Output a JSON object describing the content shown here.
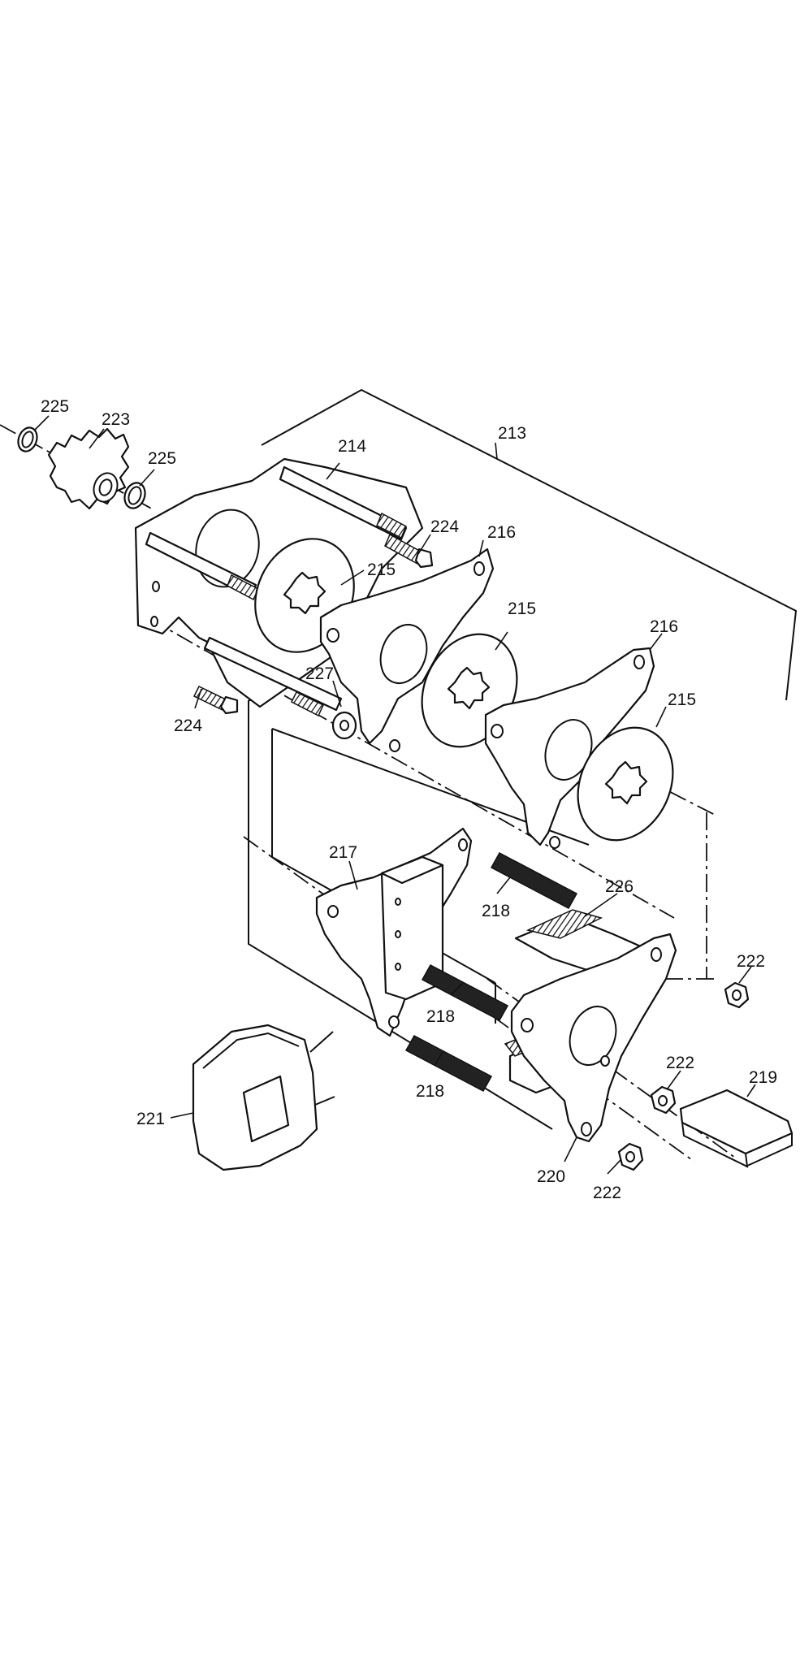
{
  "diagram": {
    "callouts": [
      {
        "id": "c225a",
        "text": "225"
      },
      {
        "id": "c223",
        "text": "223"
      },
      {
        "id": "c225b",
        "text": "225"
      },
      {
        "id": "c213",
        "text": "213"
      },
      {
        "id": "c214",
        "text": "214"
      },
      {
        "id": "c224a",
        "text": "224"
      },
      {
        "id": "c216a",
        "text": "216"
      },
      {
        "id": "c215a",
        "text": "215"
      },
      {
        "id": "c215b",
        "text": "215"
      },
      {
        "id": "c216b",
        "text": "216"
      },
      {
        "id": "c215c",
        "text": "215"
      },
      {
        "id": "c227",
        "text": "227"
      },
      {
        "id": "c224b",
        "text": "224"
      },
      {
        "id": "c217",
        "text": "217"
      },
      {
        "id": "c218a",
        "text": "218"
      },
      {
        "id": "c226",
        "text": "226"
      },
      {
        "id": "c222a",
        "text": "222"
      },
      {
        "id": "c218b",
        "text": "218"
      },
      {
        "id": "c218c",
        "text": "218"
      },
      {
        "id": "c222b",
        "text": "222"
      },
      {
        "id": "c219",
        "text": "219"
      },
      {
        "id": "c221",
        "text": "221"
      },
      {
        "id": "c220",
        "text": "220"
      },
      {
        "id": "c222c",
        "text": "222"
      }
    ]
  }
}
